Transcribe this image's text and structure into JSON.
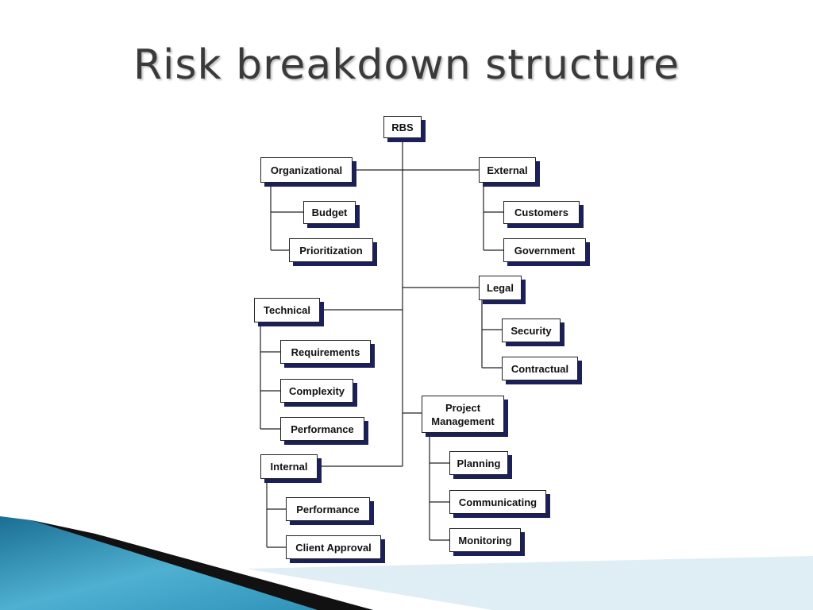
{
  "title": "Risk breakdown structure",
  "rbs": {
    "root": "RBS",
    "organizational": {
      "label": "Organizational",
      "children": [
        "Budget",
        "Prioritization"
      ]
    },
    "external": {
      "label": "External",
      "children": [
        "Customers",
        "Government"
      ]
    },
    "legal": {
      "label": "Legal",
      "children": [
        "Security",
        "Contractual"
      ]
    },
    "technical": {
      "label": "Technical",
      "children": [
        "Requirements",
        "Complexity",
        "Performance"
      ]
    },
    "project_management": {
      "label": "Project\nManagement",
      "children": [
        "Planning",
        "Communicating",
        "Monitoring"
      ]
    },
    "internal": {
      "label": "Internal",
      "children": [
        "Performance",
        "Client Approval"
      ]
    }
  },
  "colors": {
    "shadow": "#1b1f5a",
    "line": "#222222",
    "title": "#3a3a3a",
    "accent_teal": "#2a8fb4",
    "accent_dark": "#111111"
  }
}
